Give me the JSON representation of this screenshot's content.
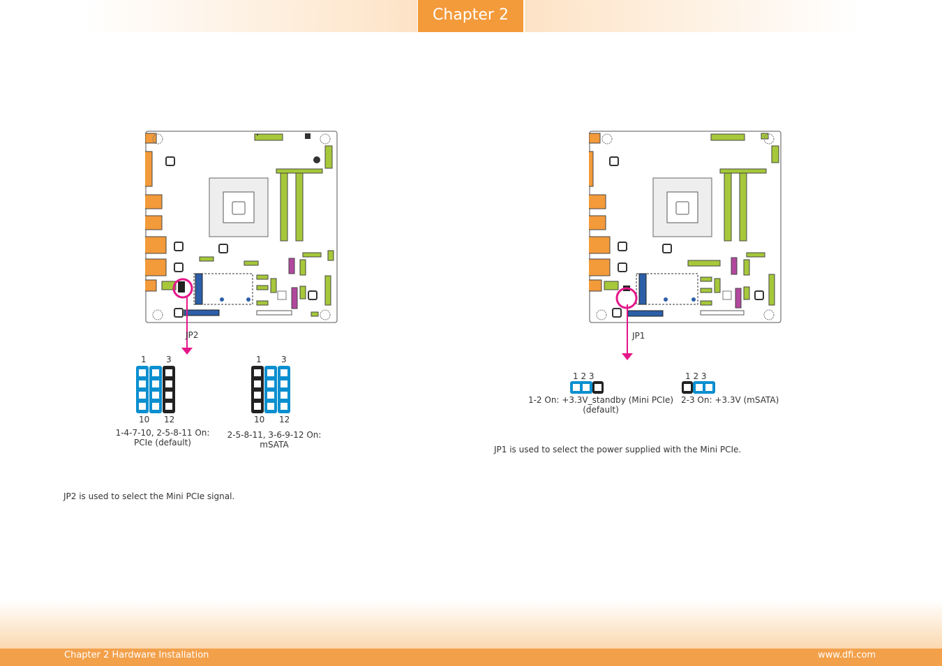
{
  "header": {
    "chapter_tab": "Chapter 2"
  },
  "footer": {
    "left": "Chapter 2 Hardware Installation",
    "right": "www.dfi.com"
  },
  "left_section": {
    "jumper_label": "JP2",
    "diagram1": {
      "pin_top_left": "1",
      "pin_top_right": "3",
      "pin_bottom_left": "10",
      "pin_bottom_right": "12",
      "caption_line1": "1-4-7-10, 2-5-8-11 On:",
      "caption_line2": "PCIe (default)"
    },
    "diagram2": {
      "pin_top_left": "1",
      "pin_top_right": "3",
      "pin_bottom_left": "10",
      "pin_bottom_right": "12",
      "caption_line1": "2-5-8-11, 3-6-9-12  On:",
      "caption_line2": "mSATA"
    },
    "description": "JP2 is used to select the Mini PCIe signal."
  },
  "right_section": {
    "jumper_label": "JP1",
    "option1": {
      "pins": "1  2  3",
      "caption_line1": "1-2 On: +3.3V_standby (Mini PCIe)",
      "caption_line2": "(default)"
    },
    "option2": {
      "pins": "1  2  3",
      "caption_line1": "2-3 On: +3.3V (mSATA)"
    },
    "description": "JP1 is used to select the power supplied with the Mini PCIe."
  },
  "colors": {
    "accent_orange": "#f39a3a",
    "jumper_blue": "#0a8fcf",
    "jumper_black": "#222222",
    "highlight_pink": "#e4178a",
    "board_green": "#a6c83a"
  }
}
